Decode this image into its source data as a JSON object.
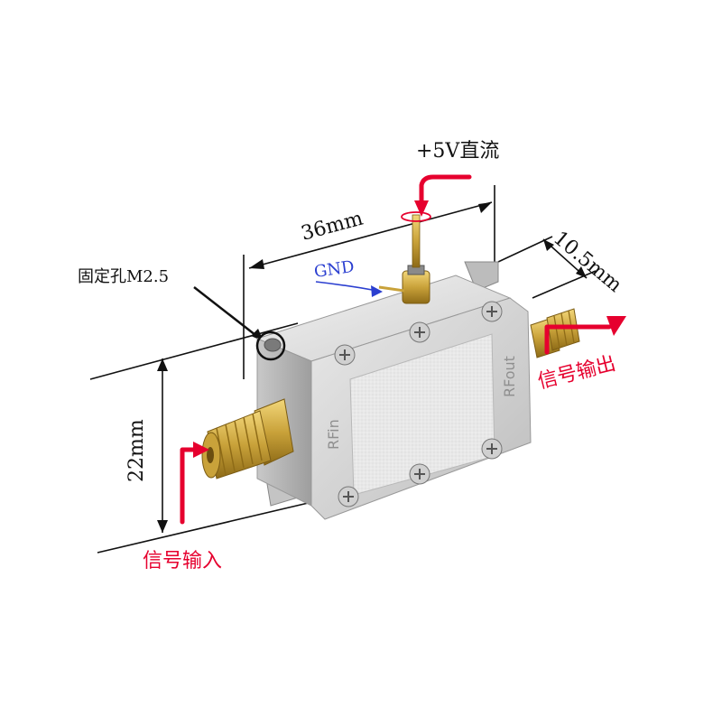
{
  "labels": {
    "power": "+5V直流",
    "length": "36mm",
    "depth": "10.5mm",
    "gnd": "GND",
    "mount_hole": "固定孔M2.5",
    "height": "22mm",
    "rf_in": "RFin",
    "rf_out": "RFout",
    "signal_in": "信号输入",
    "signal_out": "信号输出"
  },
  "colors": {
    "annotation_red": "#e6002e",
    "gnd_blue": "#2b3fd0",
    "dimension_line": "#111111",
    "housing": "#dcdcdc",
    "connector_gold": "#c9a23a"
  }
}
